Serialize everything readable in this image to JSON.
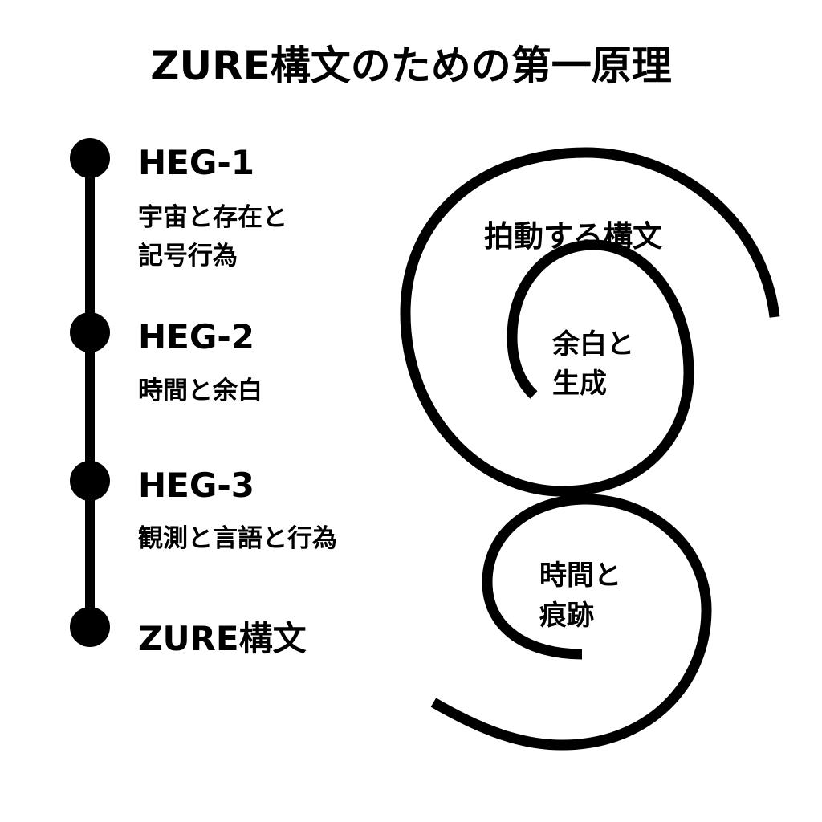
{
  "title": "ZURE構文のための第一原理",
  "timeline": [
    {
      "heading": "HEG-1",
      "lines": [
        "宇宙と存在と",
        "記号行為"
      ]
    },
    {
      "heading": "HEG-2",
      "lines": [
        "時間と余白"
      ]
    },
    {
      "heading": "HEG-3",
      "lines": [
        "観測と言語と行為"
      ]
    },
    {
      "heading": "ZURE構文",
      "lines": []
    }
  ],
  "spiral_labels": {
    "outer_top": "拍動する構文",
    "inner_top": [
      "余白と",
      "生成"
    ],
    "inner_bottom": [
      "時間と",
      "痕跡"
    ]
  }
}
